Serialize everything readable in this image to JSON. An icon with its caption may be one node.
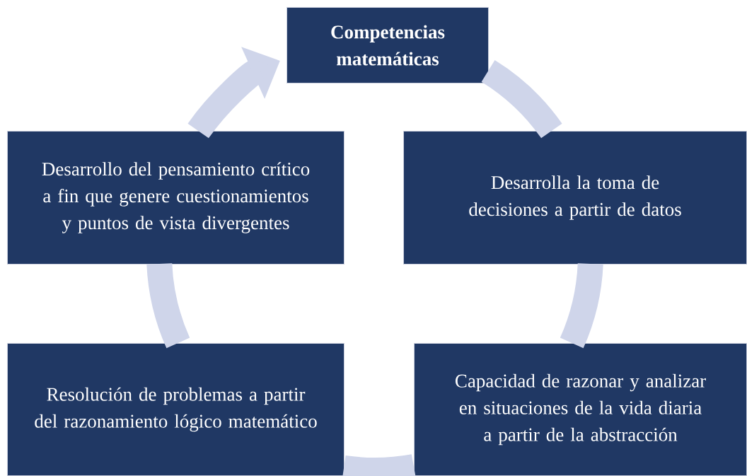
{
  "diagram": {
    "nodes": [
      {
        "text": [
          "Competencias matemáticas"
        ]
      },
      {
        "text": [
          "Desarrolla la toma de decisiones a partir de datos"
        ]
      },
      {
        "text": [
          "Capacidad de razonar y analizar en situaciones de la vida diaria a partir de la abstracción"
        ]
      },
      {
        "text": [
          "Resolución de problemas a partir del razonamiento lógico matemático"
        ]
      },
      {
        "text": [
          "Desarrollo del pensamiento crítico a fin que genere cuestionamientos y puntos de vista divergentes"
        ]
      }
    ],
    "edges": [
      {
        "from": 0,
        "to": 1,
        "arrow": "none"
      },
      {
        "from": 1,
        "to": 2,
        "arrow": "none"
      },
      {
        "from": 2,
        "to": 3,
        "arrow": "none"
      },
      {
        "from": 3,
        "to": 4,
        "arrow": "none"
      },
      {
        "from": 4,
        "to": 0,
        "arrow": "to"
      }
    ]
  }
}
